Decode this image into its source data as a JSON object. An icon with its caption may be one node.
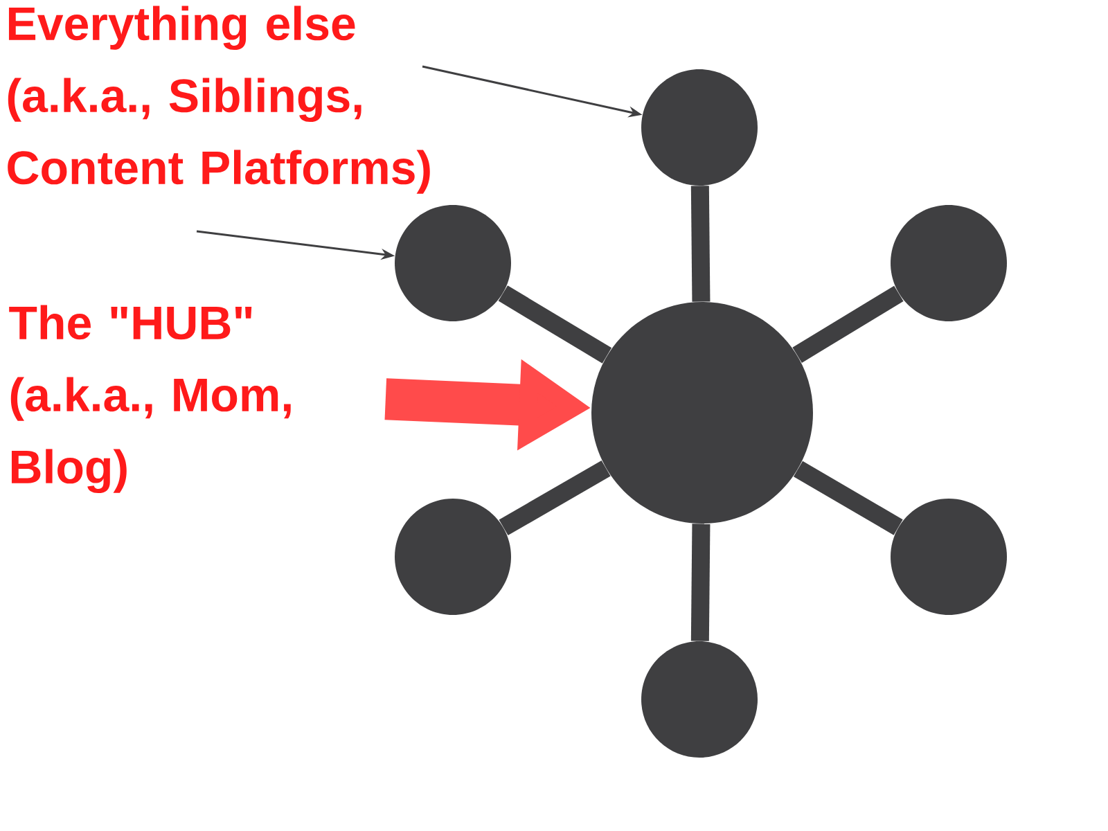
{
  "diagram": {
    "nodes": [
      {
        "text": [
          "Everything else (a.k.a., Siblings, Content Platforms)"
        ]
      },
      {
        "text": [],
        "shape": "circle"
      },
      {
        "text": [],
        "shape": "circle"
      },
      {
        "text": [],
        "shape": "circle"
      },
      {
        "text": [
          "The \"HUB\" (a.k.a., Mom, Blog)"
        ]
      },
      {
        "text": [],
        "shape": "circle"
      },
      {
        "text": [],
        "shape": "circle"
      },
      {
        "text": [],
        "shape": "circle"
      },
      {
        "text": [],
        "shape": "circle"
      }
    ],
    "edges": [
      {
        "from": 0,
        "to": 1,
        "arrow": "to"
      },
      {
        "from": 0,
        "to": 2,
        "arrow": "to"
      },
      {
        "from": 4,
        "to": 5,
        "arrow": "to",
        "style": "thick",
        "color": "#ff4b4b"
      },
      {
        "from": 5,
        "to": 1,
        "arrow": "none"
      },
      {
        "from": 5,
        "to": 2,
        "arrow": "none"
      },
      {
        "from": 5,
        "to": 3,
        "arrow": "none"
      },
      {
        "from": 5,
        "to": 6,
        "arrow": "none"
      },
      {
        "from": 5,
        "to": 7,
        "arrow": "none"
      },
      {
        "from": 5,
        "to": 8,
        "arrow": "none"
      }
    ]
  }
}
